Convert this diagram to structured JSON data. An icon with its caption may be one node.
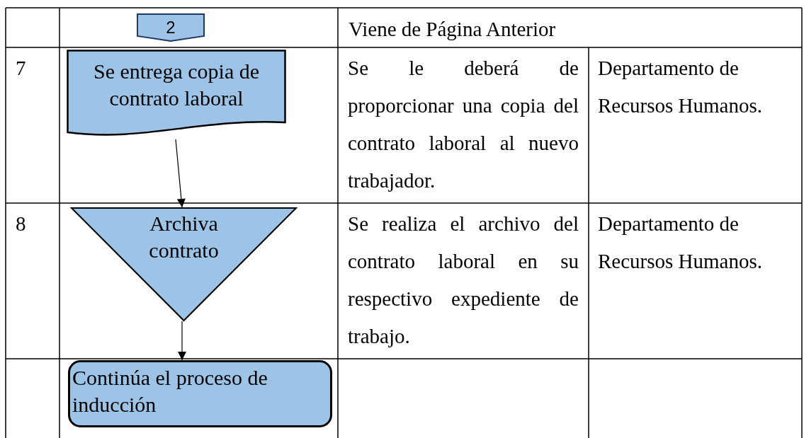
{
  "diagram": {
    "nodes": [
      {
        "text": [
          "2"
        ]
      },
      {
        "text": [
          "Se entrega copia de contrato laboral"
        ]
      },
      {
        "text": [
          "Archiva contrato"
        ]
      },
      {
        "text": [
          "Continúa el proceso de inducción"
        ]
      }
    ],
    "edges": [
      {
        "from": 1,
        "to": 2,
        "arrow": "to"
      },
      {
        "from": 2,
        "to": 3,
        "arrow": "to"
      }
    ],
    "labels": [
      "Viene de Página Anterior",
      "7",
      "Se le deberá de proporcionar una copia del contrato laboral al nuevo trabajador.",
      "Departamento de Recursos Humanos.",
      "8",
      "Se realiza el archivo del contrato laboral en su respectivo expediente de trabajo.",
      "Departamento de Recursos Humanos."
    ]
  }
}
